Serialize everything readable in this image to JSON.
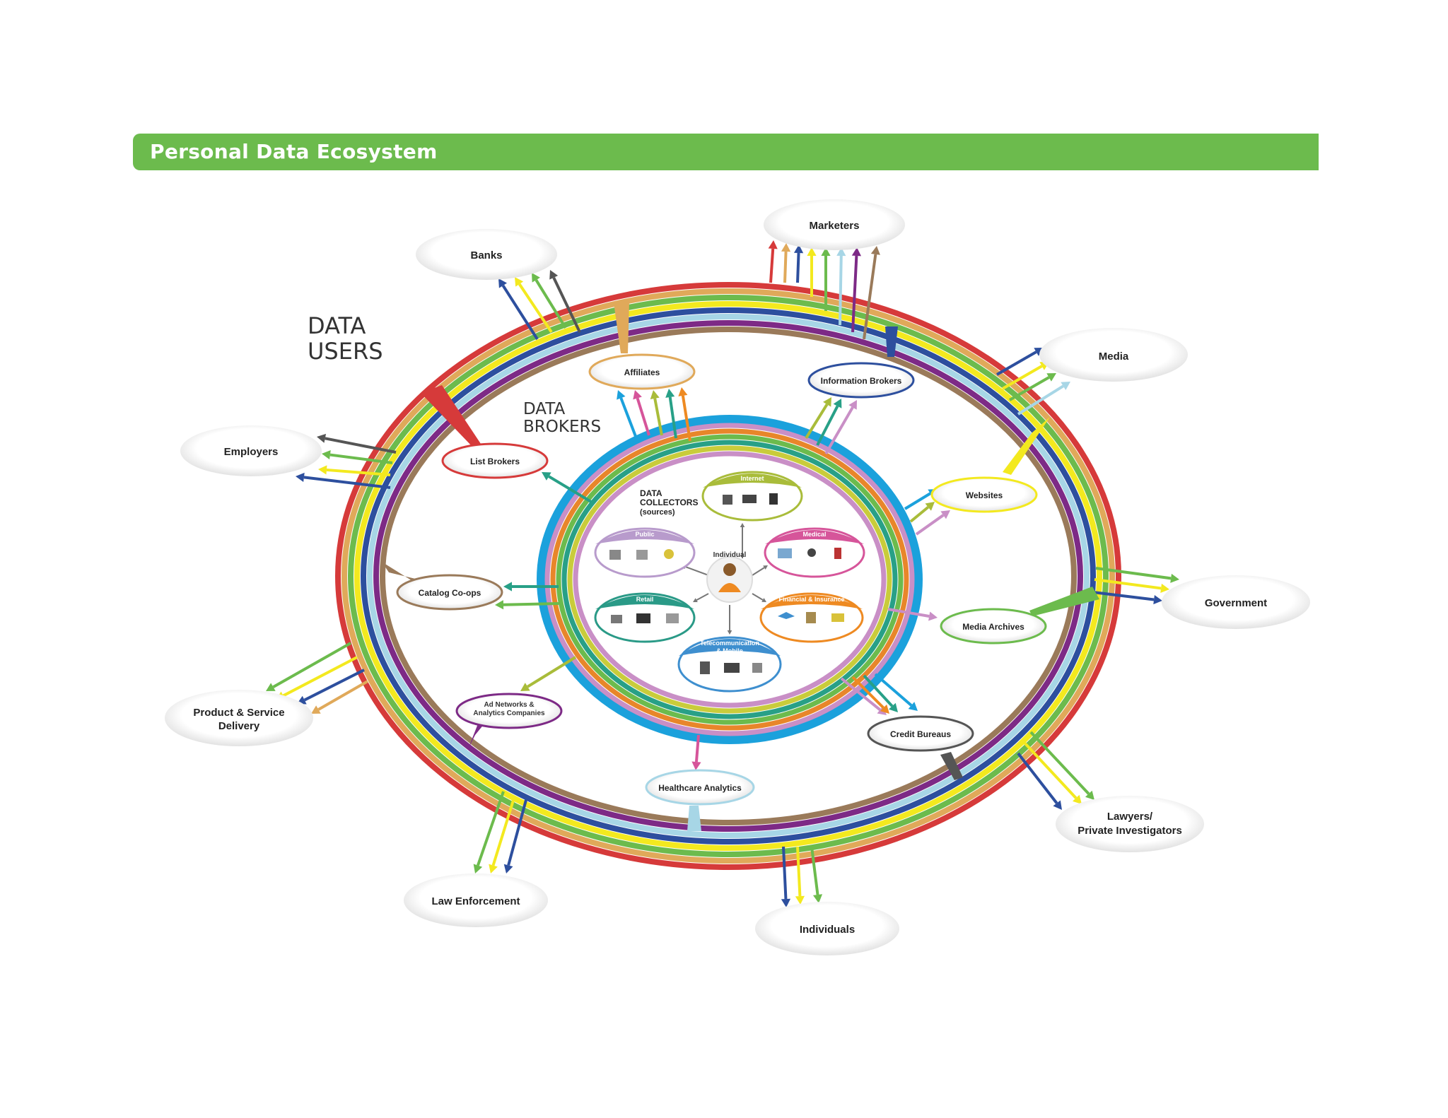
{
  "title": "Personal Data Ecosystem",
  "headings": {
    "data_users": [
      "DATA",
      "USERS"
    ],
    "data_brokers": [
      "DATA",
      "BROKERS"
    ],
    "data_collectors": [
      "DATA",
      "COLLECTORS",
      "(sources)"
    ]
  },
  "center": {
    "label": "Individual"
  },
  "collectors": {
    "internet": "Internet",
    "public": "Public",
    "medical": "Medical",
    "retail": "Retail",
    "financial": "Financial & Insurance",
    "telecom": [
      "Telecommunication",
      "& Mobile"
    ]
  },
  "brokers": {
    "affiliates": "Affiliates",
    "information_brokers": "Information Brokers",
    "list_brokers": "List Brokers",
    "websites": "Websites",
    "catalog_coops": "Catalog Co-ops",
    "media_archives": "Media Archives",
    "ad_networks": [
      "Ad Networks &",
      "Analytics Companies"
    ],
    "credit_bureaus": "Credit Bureaus",
    "healthcare_analytics": "Healthcare Analytics"
  },
  "users": {
    "marketers": "Marketers",
    "banks": "Banks",
    "media": "Media",
    "employers": "Employers",
    "government": "Government",
    "product_service": [
      "Product & Service",
      "Delivery"
    ],
    "lawyers": [
      "Lawyers/",
      "Private Investigators"
    ],
    "law_enforcement": "Law Enforcement",
    "individuals": "Individuals"
  },
  "ring_colors": [
    "#d63a3a",
    "#e0a95a",
    "#6cbb4d",
    "#f3e91f",
    "#2d4f9e",
    "#a7d6e6",
    "#7d2a86",
    "#9a7a5a"
  ],
  "inner_ring_colors": [
    "#1ba1dc",
    "#c98fc6",
    "#e8862a",
    "#6cbb4d",
    "#28a087",
    "#c9cc3b",
    "#c98fc6"
  ],
  "colors": {
    "banner": "#6cbb4d",
    "internet": "#a9bc3a",
    "public": "#b89bcc",
    "medical": "#d6559a",
    "retail": "#2a9a87",
    "financial": "#ee8a22",
    "telecom": "#3e8fcf"
  }
}
